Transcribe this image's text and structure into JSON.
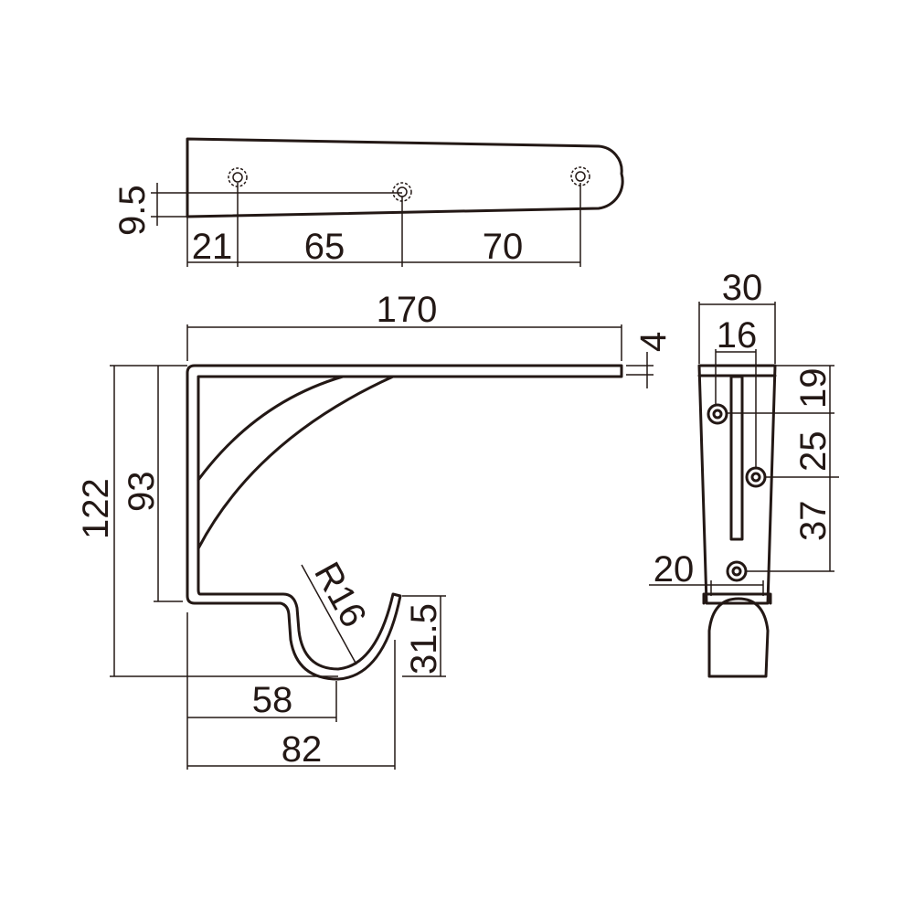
{
  "colors": {
    "line": "#231815",
    "background": "#ffffff"
  },
  "top_view": {
    "dims": {
      "offset": "9.5",
      "d1": "21",
      "d2": "65",
      "d3": "70"
    }
  },
  "side_view": {
    "dims": {
      "length": "170",
      "thickness": "4",
      "height": "122",
      "upper_height": "93",
      "hook_depth": "31.5",
      "hook_center": "58",
      "hook_end": "82",
      "radius": "R16"
    }
  },
  "front_view": {
    "dims": {
      "width": "30",
      "hole_spacing": "16",
      "h1": "19",
      "h2": "25",
      "h3": "37",
      "hook_width": "20"
    }
  }
}
